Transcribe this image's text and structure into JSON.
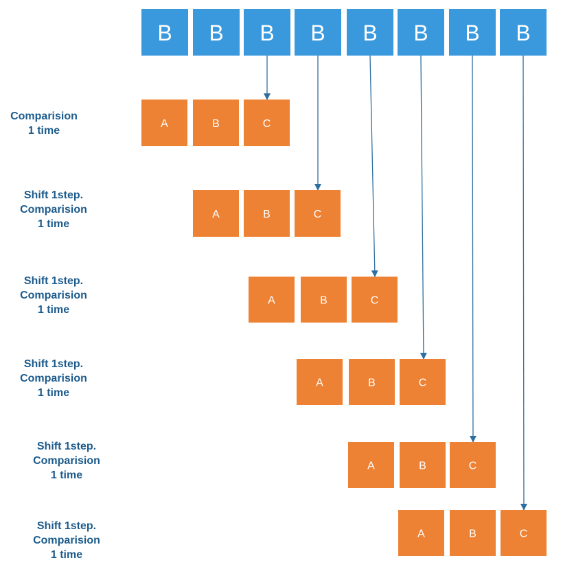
{
  "colors": {
    "text_box": "#3a99dc",
    "pattern_box": "#ee8234",
    "box_label": "#ffffff",
    "arrow": "#2f6fa0",
    "step_label": "#1c5b8c"
  },
  "text_row": [
    "B",
    "B",
    "B",
    "B",
    "B",
    "B",
    "B",
    "B"
  ],
  "steps": [
    {
      "label_lines": [
        "Comparision",
        "1 time"
      ],
      "boxes": [
        "A",
        "B",
        "C"
      ]
    },
    {
      "label_lines": [
        "Shift 1step.",
        "Comparision",
        "1 time"
      ],
      "boxes": [
        "A",
        "B",
        "C"
      ]
    },
    {
      "label_lines": [
        "Shift 1step.",
        "Comparision",
        "1 time"
      ],
      "boxes": [
        "A",
        "B",
        "C"
      ]
    },
    {
      "label_lines": [
        "Shift 1step.",
        "Comparision",
        "1 time"
      ],
      "boxes": [
        "A",
        "B",
        "C"
      ]
    },
    {
      "label_lines": [
        "Shift 1step.",
        "Comparision",
        "1 time"
      ],
      "boxes": [
        "A",
        "B",
        "C"
      ]
    },
    {
      "label_lines": [
        "Shift 1step.",
        "Comparision",
        "1 time"
      ],
      "boxes": [
        "A",
        "B",
        "C"
      ]
    }
  ]
}
